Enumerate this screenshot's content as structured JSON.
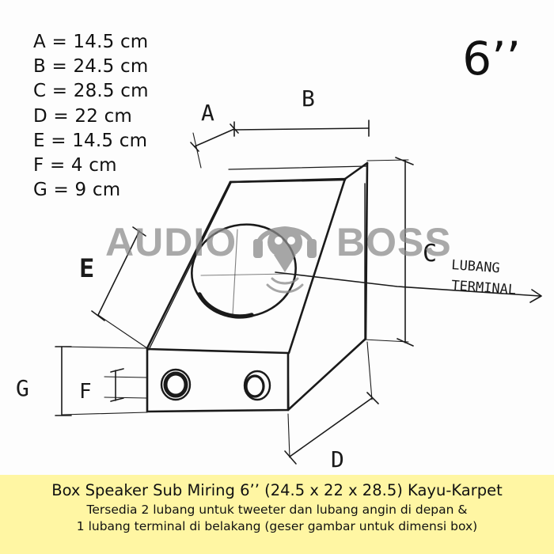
{
  "dimensions": [
    "A = 14.5 cm",
    "B = 24.5 cm",
    "C = 28.5 cm",
    "D = 22 cm",
    "E = 14.5 cm",
    "F = 4 cm",
    "G = 9 cm"
  ],
  "size_label": "6’’",
  "watermark": {
    "left": "AUDIO",
    "right": "BOSS",
    "logo_icon": "headphone-skull-logo"
  },
  "sketch_labels": {
    "a": "A",
    "b": "B",
    "c": "C",
    "d": "D",
    "e": "E",
    "f": "F",
    "g": "G",
    "terminal_line1": "LUBANG",
    "terminal_line2": "TERMINAL"
  },
  "footer": {
    "title": "Box Speaker Sub Miring 6’’ (24.5 x 22 x 28.5) Kayu-Karpet",
    "line1": "Tersedia 2 lubang untuk tweeter dan lubang angin di depan &",
    "line2": "1 lubang terminal di belakang (geser gambar untuk dimensi box)"
  },
  "colors": {
    "footer_bg": "#fff6a3",
    "ink": "#1a1a1a",
    "watermark": "#8a8a8a"
  }
}
